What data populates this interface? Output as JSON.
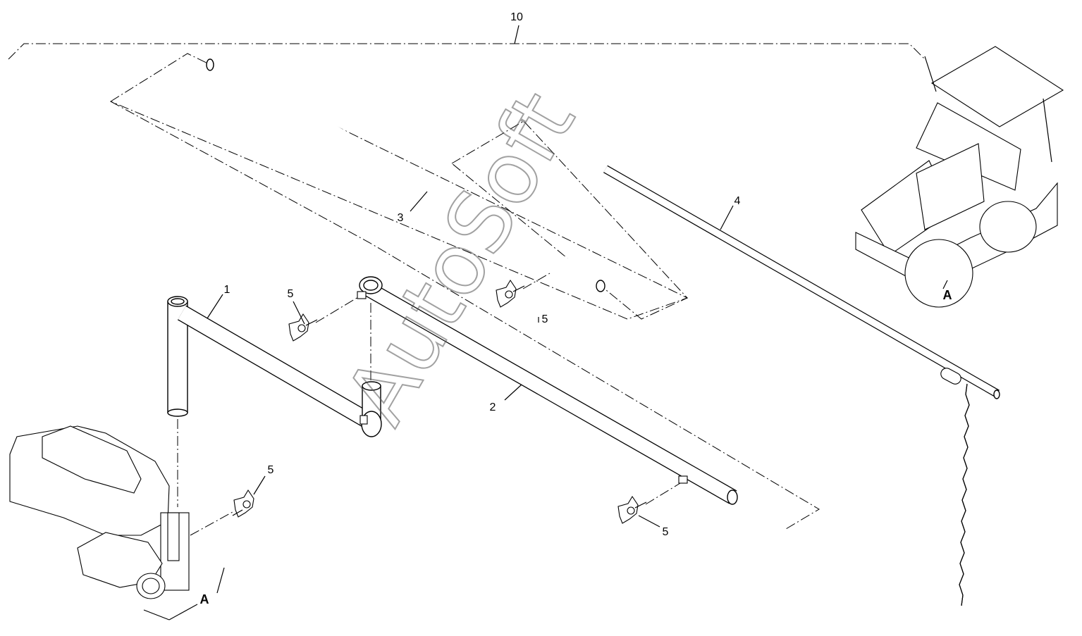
{
  "diagram": {
    "callouts": {
      "assembly": "10",
      "part_1": "1",
      "part_2": "2",
      "part_3": "3",
      "part_4": "4",
      "part_5": "5",
      "detail_ref": "A"
    },
    "watermark": "AutoSoft"
  }
}
